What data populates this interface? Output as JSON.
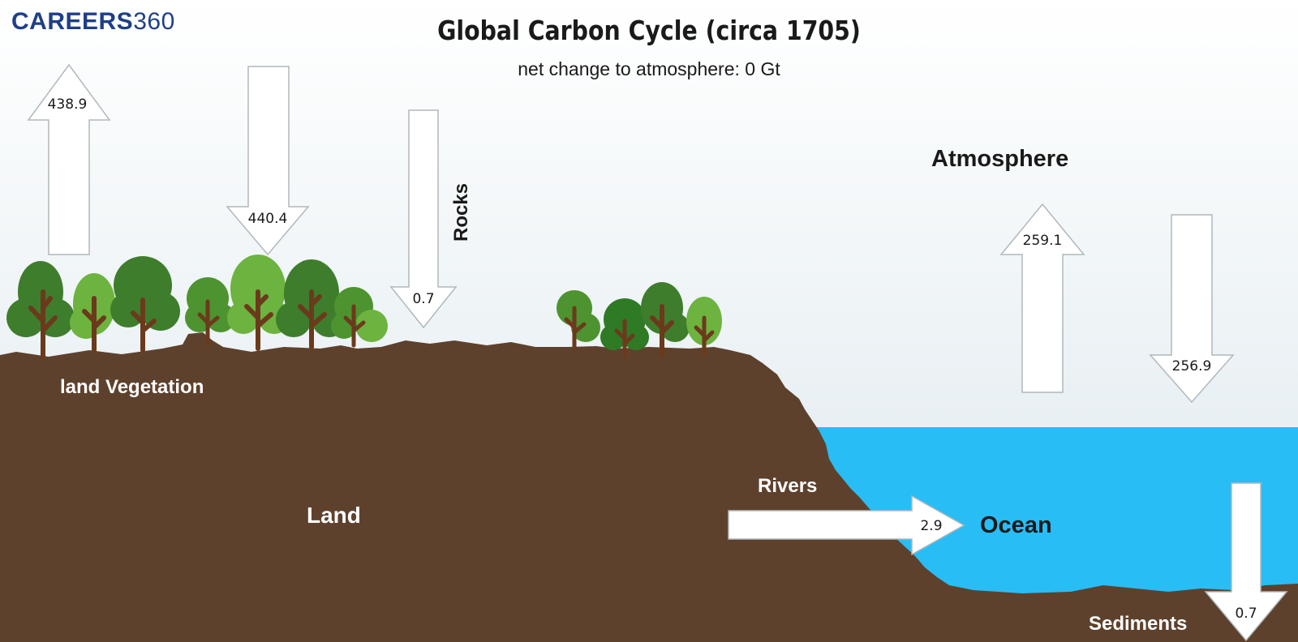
{
  "logo": {
    "brand": "CAREERS",
    "number": "360"
  },
  "title": "Global Carbon Cycle (circa 1705)",
  "subtitle": "net change to atmosphere: 0 Gt",
  "labels": {
    "atmosphere": "Atmosphere",
    "land_vegetation": "land Vegetation",
    "land": "Land",
    "rivers": "Rivers",
    "ocean": "Ocean",
    "rocks": "Rocks",
    "sediments": "Sediments"
  },
  "fluxes": {
    "vegetation_up": "438.9",
    "vegetation_down": "440.4",
    "rocks_down": "0.7",
    "rivers_to_ocean": "2.9",
    "ocean_up": "259.1",
    "ocean_down": "256.9",
    "sediments_down": "0.7"
  },
  "colors": {
    "sky_top": "#ffffff",
    "sky_bottom": "#dde8ed",
    "land": "#5e412c",
    "ocean": "#29bdf5",
    "tree_dark": "#3e7d2c",
    "tree_mid": "#4d932f",
    "tree_light": "#6db33f",
    "trunk": "#6b3a1c",
    "arrow_fill": "#ffffff",
    "arrow_stroke": "#b0b8bc",
    "logo": "#1f3f86"
  }
}
